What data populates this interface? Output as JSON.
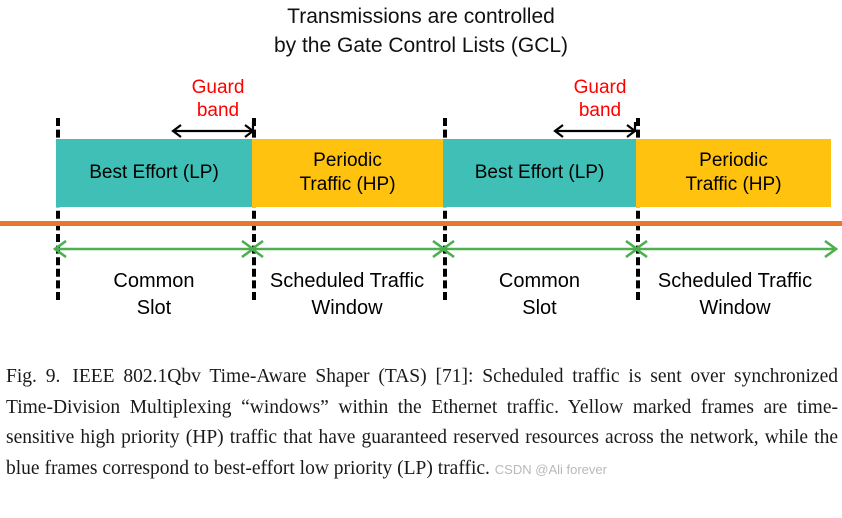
{
  "title": {
    "line1": "Transmissions are controlled",
    "line2": "by the Gate Control Lists (GCL)"
  },
  "guard_bands": [
    {
      "id": "guard-band-left",
      "line1": "Guard",
      "line2": "band"
    },
    {
      "id": "guard-band-right",
      "line1": "Guard",
      "line2": "band"
    }
  ],
  "blocks": [
    {
      "id": "block-best-effort-1",
      "kind": "teal",
      "line1": "Best Effort (LP)",
      "line2": ""
    },
    {
      "id": "block-periodic-traffic-1",
      "kind": "yellow",
      "line1": "Periodic",
      "line2": "Traffic (HP)"
    },
    {
      "id": "block-best-effort-2",
      "kind": "teal",
      "line1": "Best Effort (LP)",
      "line2": ""
    },
    {
      "id": "block-periodic-traffic-2",
      "kind": "yellow",
      "line1": "Periodic",
      "line2": "Traffic (HP)"
    }
  ],
  "slots": [
    {
      "id": "slot-common-1",
      "line1": "Common",
      "line2": "Slot"
    },
    {
      "id": "slot-scheduled-1",
      "line1": "Scheduled Traffic",
      "line2": "Window"
    },
    {
      "id": "slot-common-2",
      "line1": "Common",
      "line2": "Slot"
    },
    {
      "id": "slot-scheduled-2",
      "line1": "Scheduled Traffic",
      "line2": "Window"
    }
  ],
  "caption": {
    "figure_number": "Fig. 9.",
    "text": "IEEE 802.1Qbv Time-Aware Shaper (TAS) [71]: Scheduled traffic is sent over synchronized Time-Division Multiplexing “windows” within the Ethernet traffic. Yellow marked frames are time-sensitive high priority (HP) traffic that have guaranteed reserved resources across the network, while the blue frames correspond to best-effort low priority (LP) traffic.",
    "watermark": "CSDN @Ali forever"
  },
  "colors": {
    "teal": "#3fbfb6",
    "yellow": "#ffc20e",
    "timeline_orange": "#e8762c",
    "arrow_green": "#4caf50",
    "guard_red": "#ff0000",
    "divider_black": "#000000"
  }
}
